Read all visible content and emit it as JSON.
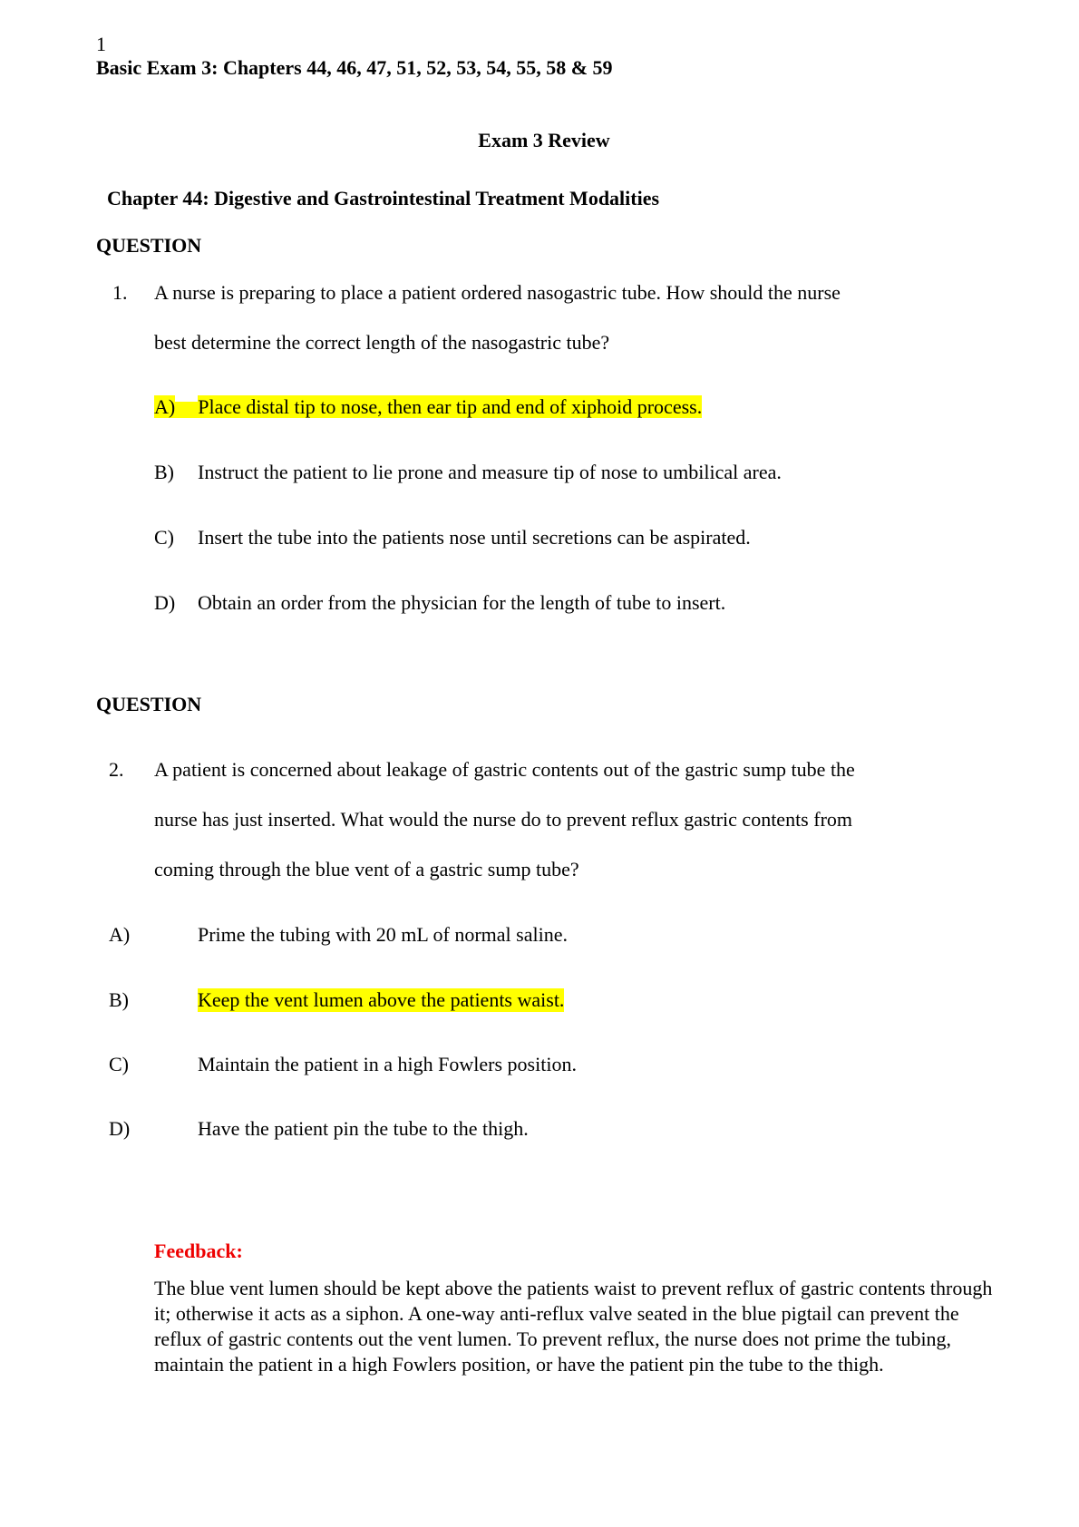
{
  "header": {
    "page_number": "1",
    "doc_title": "Basic Exam 3: Chapters 44, 46, 47, 51, 52, 53, 54, 55, 58 & 59"
  },
  "exam_title": "Exam 3 Review",
  "chapter_title": "Chapter 44: Digestive and Gastrointestinal Treatment  Modalities",
  "questions": [
    {
      "heading": "QUESTION",
      "number": "1.",
      "text_lines": [
        "A nurse is preparing to place a patient ordered nasogastric tube. How should the nurse",
        "best determine the correct length of the nasogastric tube?"
      ],
      "options": [
        {
          "letter": "A)",
          "text": "Place distal tip to nose, then ear tip and end of xiphoid process.",
          "highlighted": true
        },
        {
          "letter": "B)",
          "text": "Instruct the patient to lie prone and measure tip of nose to umbilical area.",
          "highlighted": false
        },
        {
          "letter": "C)",
          "text": "Insert the tube into the patients nose until secretions can be aspirated.",
          "highlighted": false
        },
        {
          "letter": "D)",
          "text": "Obtain an order from the physician for the length of tube to insert.",
          "highlighted": false
        }
      ]
    },
    {
      "heading": "QUESTION",
      "number": "2.",
      "text_lines": [
        "A patient is concerned about leakage of gastric contents out of the gastric sump tube the",
        "nurse has just inserted. What would the nurse do to prevent reflux gastric contents from",
        "coming through the blue vent of a gastric sump tube?"
      ],
      "options": [
        {
          "letter": "A)",
          "text": "Prime the tubing with 20 mL of normal saline.",
          "highlighted": false
        },
        {
          "letter": "B)",
          "text": "Keep the vent lumen above the patients waist.",
          "highlighted": true
        },
        {
          "letter": "C)",
          "text": "Maintain the patient in a high Fowlers position.",
          "highlighted": false
        },
        {
          "letter": "D)",
          "text": "Have the patient pin the tube to the thigh.",
          "highlighted": false
        }
      ]
    }
  ],
  "feedback": {
    "label": "Feedback:",
    "body": "The blue vent lumen should be kept above the patients waist to prevent reflux of gastric contents through it; otherwise it acts as a siphon. A one-way anti-reflux valve seated in the blue pigtail can prevent the reflux of gastric contents out the vent lumen. To prevent reflux, the nurse does not prime the tubing, maintain the patient in a high Fowlers position, or have the patient pin the tube to the thigh."
  },
  "colors": {
    "highlight": "#ffff00",
    "feedback_label": "#ee0000"
  }
}
